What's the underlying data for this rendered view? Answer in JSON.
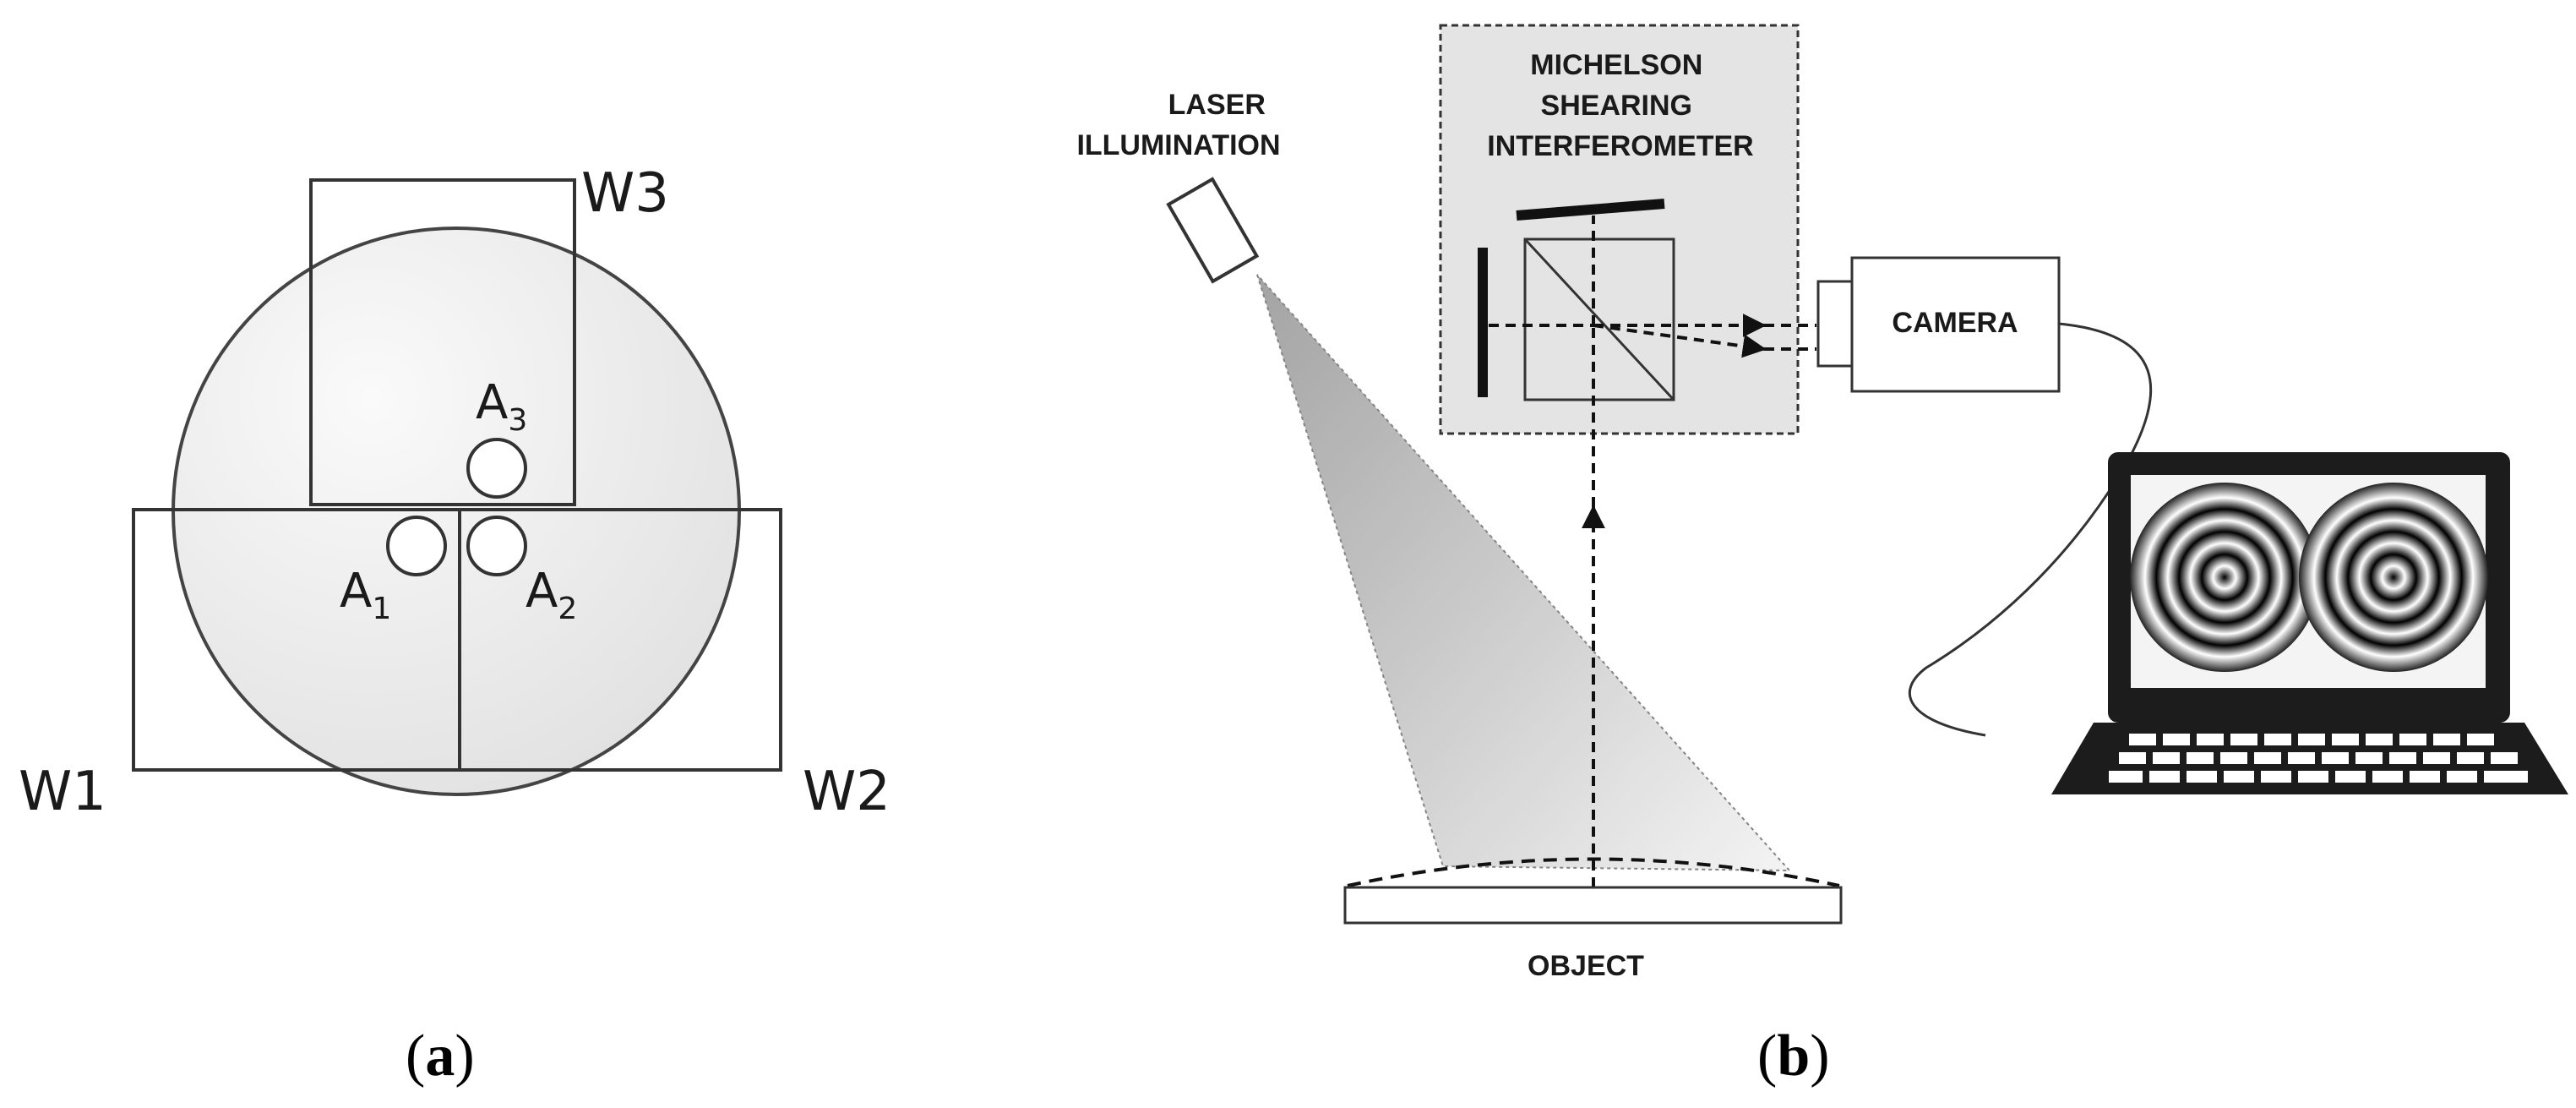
{
  "panel_a": {
    "caption_open": "(",
    "caption_letter": "a",
    "caption_close": ")",
    "windows": {
      "w1": "W1",
      "w2": "W2",
      "w3": "W3"
    },
    "apertures": {
      "a1": {
        "base": "A",
        "sub": "1"
      },
      "a2": {
        "base": "A",
        "sub": "2"
      },
      "a3": {
        "base": "A",
        "sub": "3"
      }
    }
  },
  "panel_b": {
    "caption_open": "(",
    "caption_letter": "b",
    "caption_close": ")",
    "laser_label": [
      "LASER",
      "ILLUMINATION"
    ],
    "interferometer_label": [
      "MICHELSON",
      "SHEARING",
      "INTERFEROMETER"
    ],
    "camera_label": "CAMERA",
    "object_label": "OBJECT"
  },
  "colors": {
    "line": "#222222",
    "disk_fill": "#ececec",
    "interferometer_fill": "#e4e4e4",
    "laptop_body": "#1c1c1c"
  }
}
